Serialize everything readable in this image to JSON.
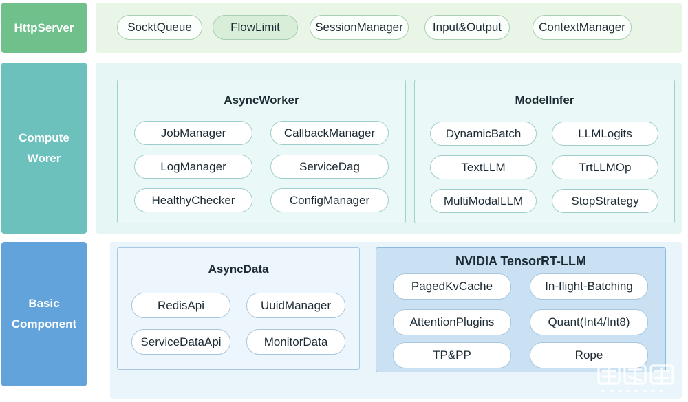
{
  "layers": {
    "http": {
      "label_line1": "HttpServer"
    },
    "compute": {
      "label_line1": "Compute",
      "label_line2": "Worer"
    },
    "basic": {
      "label_line1": "Basic",
      "label_line2": "Component"
    }
  },
  "http_items": [
    "SocktQueue",
    "FlowLimit",
    "SessionManager",
    "Input&Output",
    "ContextManager"
  ],
  "compute": {
    "async_worker": {
      "title": "AsyncWorker",
      "items": [
        "JobManager",
        "CallbackManager",
        "LogManager",
        "ServiceDag",
        "HealthyChecker",
        "ConfigManager"
      ]
    },
    "model_infer": {
      "title": "ModelInfer",
      "items": [
        "DynamicBatch",
        "LLMLogits",
        "TextLLM",
        "TrtLLMOp",
        "MultiModalLLM",
        "StopStrategy"
      ]
    }
  },
  "basic": {
    "async_data": {
      "title": "AsyncData",
      "items": [
        "RedisApi",
        "UuidManager",
        "ServiceDataApi",
        "MonitorData"
      ]
    },
    "tensorrt": {
      "title": "NVIDIA TensorRT-LLM",
      "items": [
        "PagedKvCache",
        "In-flight-Batching",
        "AttentionPlugins",
        "Quant(Int4/Int8)",
        "TP&PP",
        "Rope"
      ]
    }
  },
  "colors": {
    "http_label": "#6fc08a",
    "compute_label": "#6cc1bd",
    "basic_label": "#63a3db",
    "nvidia_panel": "#c9e1f3"
  }
}
